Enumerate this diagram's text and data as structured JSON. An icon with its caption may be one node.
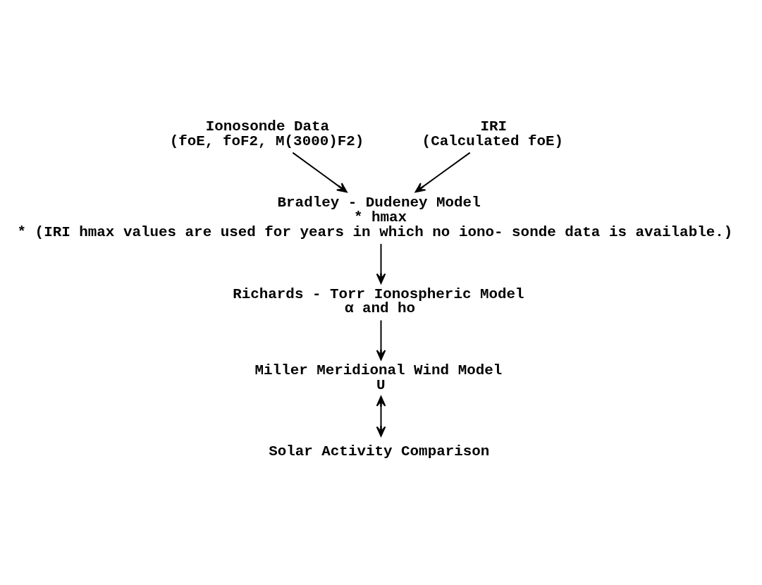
{
  "diagram": {
    "nodes": [
      {
        "text": [
          "Ionosonde Data",
          "(foE, foF2, M(3000)F2)"
        ]
      },
      {
        "text": [
          "IRI",
          "(Calculated foE)"
        ]
      },
      {
        "text": [
          "Bradley - Dudeney Model",
          "* hmax",
          "* (IRI hmax values are used for years in which no iono- sonde data is available.)"
        ]
      },
      {
        "text": [
          "Richards - Torr Ionospheric Model",
          "α and ho"
        ]
      },
      {
        "text": [
          "Miller Meridional Wind Model",
          "U"
        ]
      },
      {
        "text": [
          "Solar Activity Comparison"
        ]
      }
    ],
    "edges": [
      {
        "from": 0,
        "to": 2,
        "arrow": "to"
      },
      {
        "from": 1,
        "to": 2,
        "arrow": "to"
      },
      {
        "from": 2,
        "to": 3,
        "arrow": "to"
      },
      {
        "from": 3,
        "to": 4,
        "arrow": "to"
      },
      {
        "from": 4,
        "to": 5,
        "arrow": "both"
      }
    ]
  }
}
